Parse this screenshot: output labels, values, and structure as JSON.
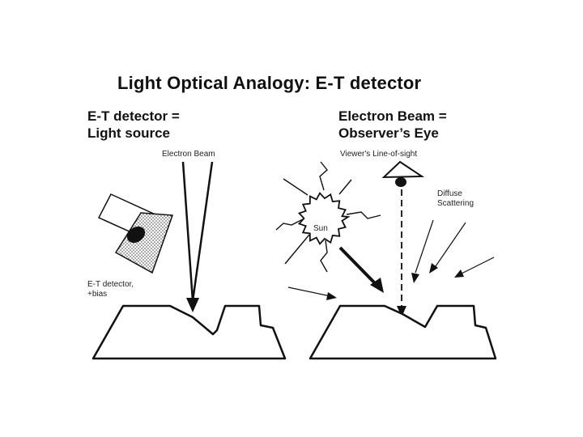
{
  "title": "Light Optical Analogy: E-T detector",
  "left_panel": {
    "heading_line1": "E-T detector =",
    "heading_line2": "Light source",
    "beam_label": "Electron Beam",
    "detector_label_line1": "E-T detector,",
    "detector_label_line2": "+bias"
  },
  "right_panel": {
    "heading_line1": "Electron Beam =",
    "heading_line2": "Observer’s Eye",
    "line_of_sight_label": "Viewer's Line-of-sight",
    "diffuse_label_line1": "Diffuse",
    "diffuse_label_line2": "Scattering",
    "sun_label": "Sun"
  },
  "colors": {
    "ink": "#111111",
    "background": "#ffffff",
    "detector_shading": "#bbbbbb"
  },
  "icons": [
    "eye-icon",
    "sun-icon",
    "detector-icon"
  ]
}
